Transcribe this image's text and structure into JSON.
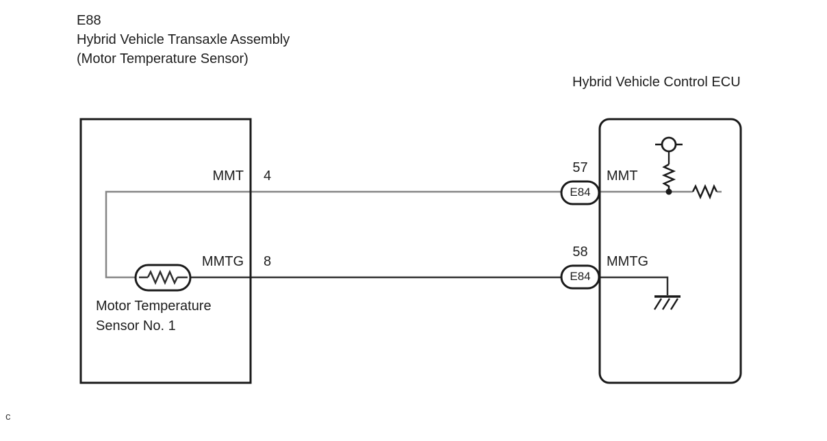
{
  "diagram": {
    "source_connector": {
      "code": "E88",
      "name": "Hybrid Vehicle Transaxle Assembly",
      "subname": "(Motor Temperature Sensor)"
    },
    "ecu_title": "Hybrid Vehicle Control ECU",
    "left_component": {
      "part_name_line1": "Motor Temperature",
      "part_name_line2": "Sensor No. 1",
      "pins": [
        {
          "signal": "MMT",
          "pin": "4"
        },
        {
          "signal": "MMTG",
          "pin": "8"
        }
      ]
    },
    "ecu": {
      "pins": [
        {
          "terminal": "57",
          "connector": "E84",
          "signal": "MMT"
        },
        {
          "terminal": "58",
          "connector": "E84",
          "signal": "MMTG"
        }
      ]
    },
    "footnote": "c",
    "colors": {
      "wire_mmt": "#858585",
      "wire_mmtg": "#2e2e2e",
      "outline": "#1a1a1a"
    }
  }
}
